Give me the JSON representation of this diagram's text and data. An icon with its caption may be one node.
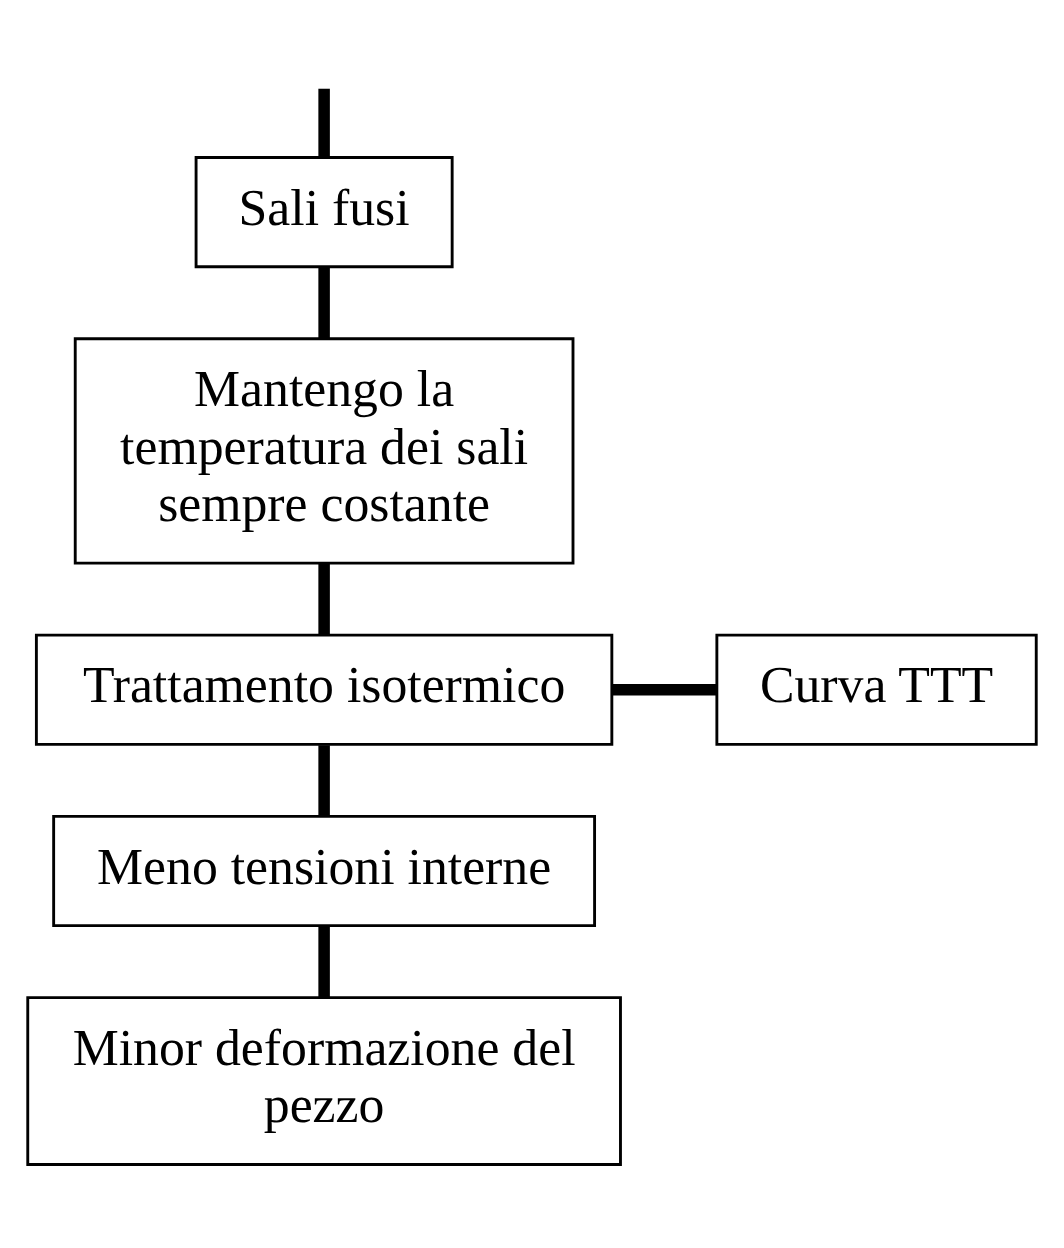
{
  "diagram": {
    "nodes": [
      {
        "text": [
          "Sali fusi"
        ]
      },
      {
        "text": [
          "Mantengo la temperatura dei sali sempre costante"
        ]
      },
      {
        "text": [
          "Trattamento isotermico"
        ]
      },
      {
        "text": [
          "Curva TTT"
        ]
      },
      {
        "text": [
          "Meno tensioni interne"
        ]
      },
      {
        "text": [
          "Minor deformazione del pezzo"
        ]
      }
    ],
    "edges": [
      {
        "from": null,
        "to": 0,
        "arrow": "none"
      },
      {
        "from": 0,
        "to": 1,
        "arrow": "none"
      },
      {
        "from": 1,
        "to": 2,
        "arrow": "none"
      },
      {
        "from": 2,
        "to": 3,
        "arrow": "none"
      },
      {
        "from": 2,
        "to": 4,
        "arrow": "none"
      },
      {
        "from": 4,
        "to": 5,
        "arrow": "none"
      }
    ]
  }
}
